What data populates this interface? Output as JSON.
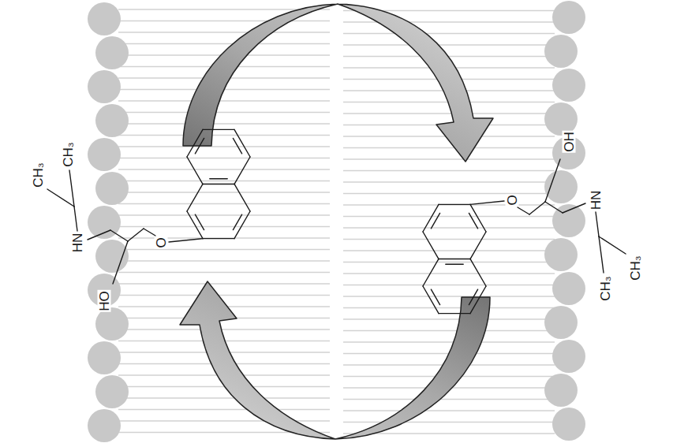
{
  "diagram": {
    "labels": [
      "CH₃",
      "CH₃",
      "HN",
      "O",
      "HO",
      "OH",
      "O",
      "HN",
      "CH₃",
      "CH₃"
    ]
  }
}
